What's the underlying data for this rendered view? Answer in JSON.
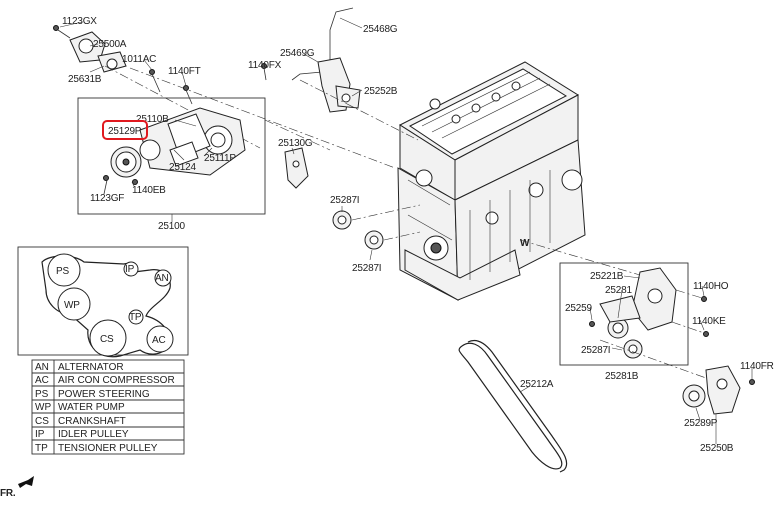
{
  "parts": {
    "p1123GX": "1123GX",
    "p25500A": "25500A",
    "p25631B": "25631B",
    "p1011AC": "1011AC",
    "p1140FT": "1140FT",
    "p1140FX": "1140FX",
    "p25469G": "25469G",
    "p25468G": "25468G",
    "p25252B": "25252B",
    "p25110B": "25110B",
    "p25129P": "25129P",
    "p25124": "25124",
    "p25111P": "25111P",
    "p1140EB": "1140EB",
    "p1123GF": "1123GF",
    "p25100": "25100",
    "p25130G": "25130G",
    "p25287I_a": "25287I",
    "p25287I_b": "25287I",
    "p25221B": "25221B",
    "p25281": "25281",
    "p25259": "25259",
    "p1140HO": "1140HO",
    "p1140KE": "1140KE",
    "p25287I_c": "25287I",
    "p25281B": "25281B",
    "p25212A": "25212A",
    "p1140FR": "1140FR",
    "p25289P": "25289P",
    "p25250B": "25250B"
  },
  "belt_diagram": {
    "ps": "PS",
    "ip": "IP",
    "an": "AN",
    "wp": "WP",
    "cs": "CS",
    "tp": "TP",
    "ac": "AC"
  },
  "legend": [
    {
      "code": "AN",
      "name": "ALTERNATOR"
    },
    {
      "code": "AC",
      "name": "AIR CON COMPRESSOR"
    },
    {
      "code": "PS",
      "name": "POWER STEERING"
    },
    {
      "code": "WP",
      "name": "WATER PUMP"
    },
    {
      "code": "CS",
      "name": "CRANKSHAFT"
    },
    {
      "code": "IP",
      "name": "IDLER PULLEY"
    },
    {
      "code": "TP",
      "name": "TENSIONER PULLEY"
    }
  ],
  "front_marker": "FR.",
  "highlight_color": "#e0191f"
}
